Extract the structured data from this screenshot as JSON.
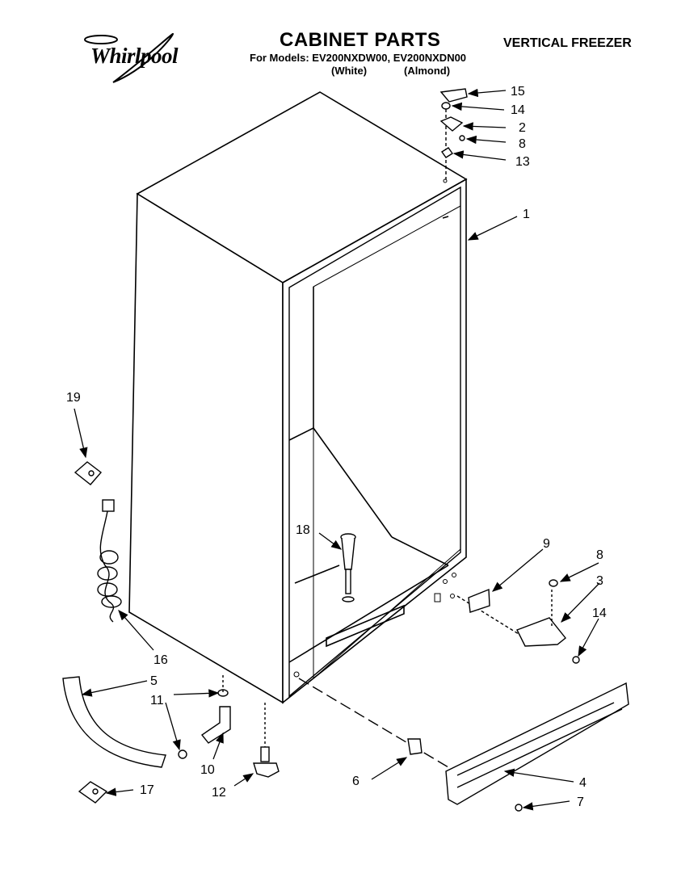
{
  "header": {
    "brand": "Whirlpool",
    "title": "CABINET PARTS",
    "subtitle": "VERTICAL FREEZER",
    "models_line": "For Models: EV200NXDW00, EV200NXDN00",
    "variant_1": "(White)",
    "variant_2": "(Almond)"
  },
  "callouts": [
    "1",
    "2",
    "3",
    "4",
    "5",
    "6",
    "7",
    "8",
    "8",
    "9",
    "10",
    "11",
    "12",
    "13",
    "14",
    "14",
    "15",
    "16",
    "17",
    "18",
    "19"
  ],
  "labels": {
    "c1": "1",
    "c2": "2",
    "c3": "3",
    "c4": "4",
    "c5": "5",
    "c6": "6",
    "c7": "7",
    "c8a": "8",
    "c8b": "8",
    "c9": "9",
    "c10": "10",
    "c11": "11",
    "c12": "12",
    "c13": "13",
    "c14a": "14",
    "c14b": "14",
    "c15": "15",
    "c16": "16",
    "c17": "17",
    "c18": "18",
    "c19": "19"
  },
  "colors": {
    "ink": "#000000",
    "paper": "#ffffff"
  }
}
